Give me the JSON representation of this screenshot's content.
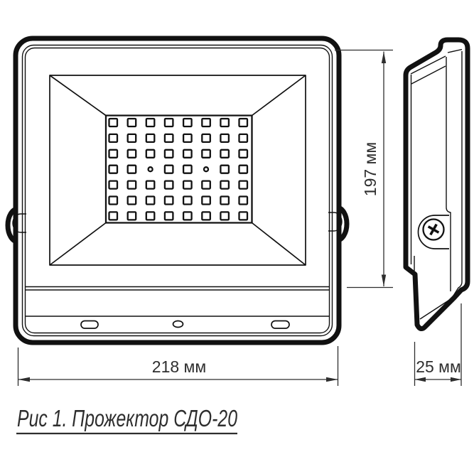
{
  "figure": {
    "caption": "Рис 1. Прожектор СДО-20",
    "dimensions": {
      "width": {
        "label": "218 мм"
      },
      "height": {
        "label": "197 мм"
      },
      "depth": {
        "label": "25 мм"
      }
    },
    "led_grid": {
      "rows": 7,
      "cols": 8,
      "circle_cells": [
        [
          3,
          2
        ],
        [
          3,
          5
        ]
      ]
    },
    "colors": {
      "ink": "#111111",
      "dim": "#2e2e2e",
      "paper": "#ffffff"
    }
  }
}
